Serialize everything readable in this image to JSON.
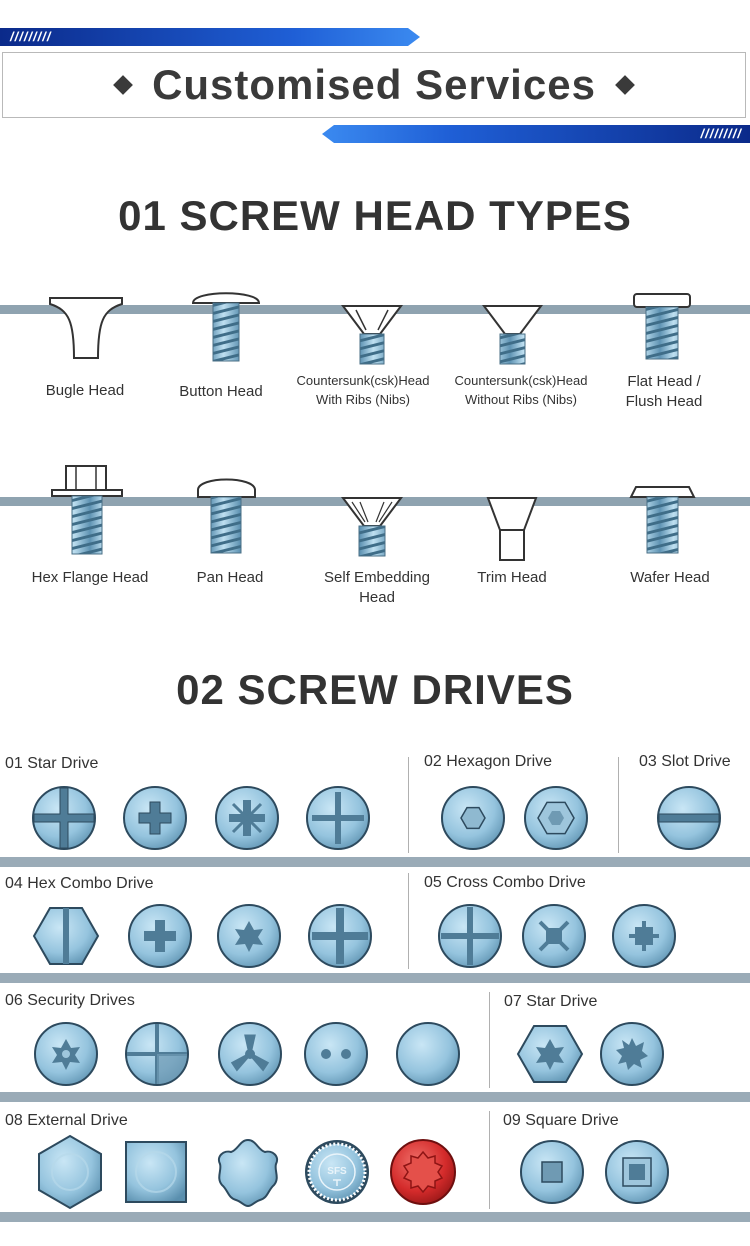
{
  "header": {
    "title": "Customised Services",
    "slashes_left": "/////////",
    "slashes_right": "/////////"
  },
  "section1": {
    "title": "01 SCREW HEAD TYPES",
    "row1": [
      {
        "label": "Bugle Head"
      },
      {
        "label": "Button Head"
      },
      {
        "label": "Countersunk(csk)Head\nWith Ribs (Nibs)"
      },
      {
        "label": "Countersunk(csk)Head\nWithout Ribs (Nibs)"
      },
      {
        "label": "Flat Head /\nFlush Head"
      }
    ],
    "row2": [
      {
        "label": "Hex Flange Head"
      },
      {
        "label": "Pan Head"
      },
      {
        "label": "Self Embedding\nHead"
      },
      {
        "label": "Trim Head"
      },
      {
        "label": "Wafer Head"
      }
    ]
  },
  "section2": {
    "title": "02 SCREW DRIVES",
    "groups": [
      {
        "label": "01 Star Drive"
      },
      {
        "label": "02 Hexagon Drive"
      },
      {
        "label": "03 Slot Drive"
      },
      {
        "label": "04 Hex Combo Drive"
      },
      {
        "label": "05 Cross Combo Drive"
      },
      {
        "label": "06 Security Drives"
      },
      {
        "label": "07 Star Drive"
      },
      {
        "label": "08 External Drive"
      },
      {
        "label": "09 Square Drive"
      }
    ],
    "badge_text": "SFS"
  },
  "colors": {
    "screw_blue": "#8ec0dc",
    "screw_dark": "#2d4a5e",
    "rail": "#8fa3b0",
    "accent_red": "#d42b2b",
    "brand_blue": "#1f5fd6"
  }
}
